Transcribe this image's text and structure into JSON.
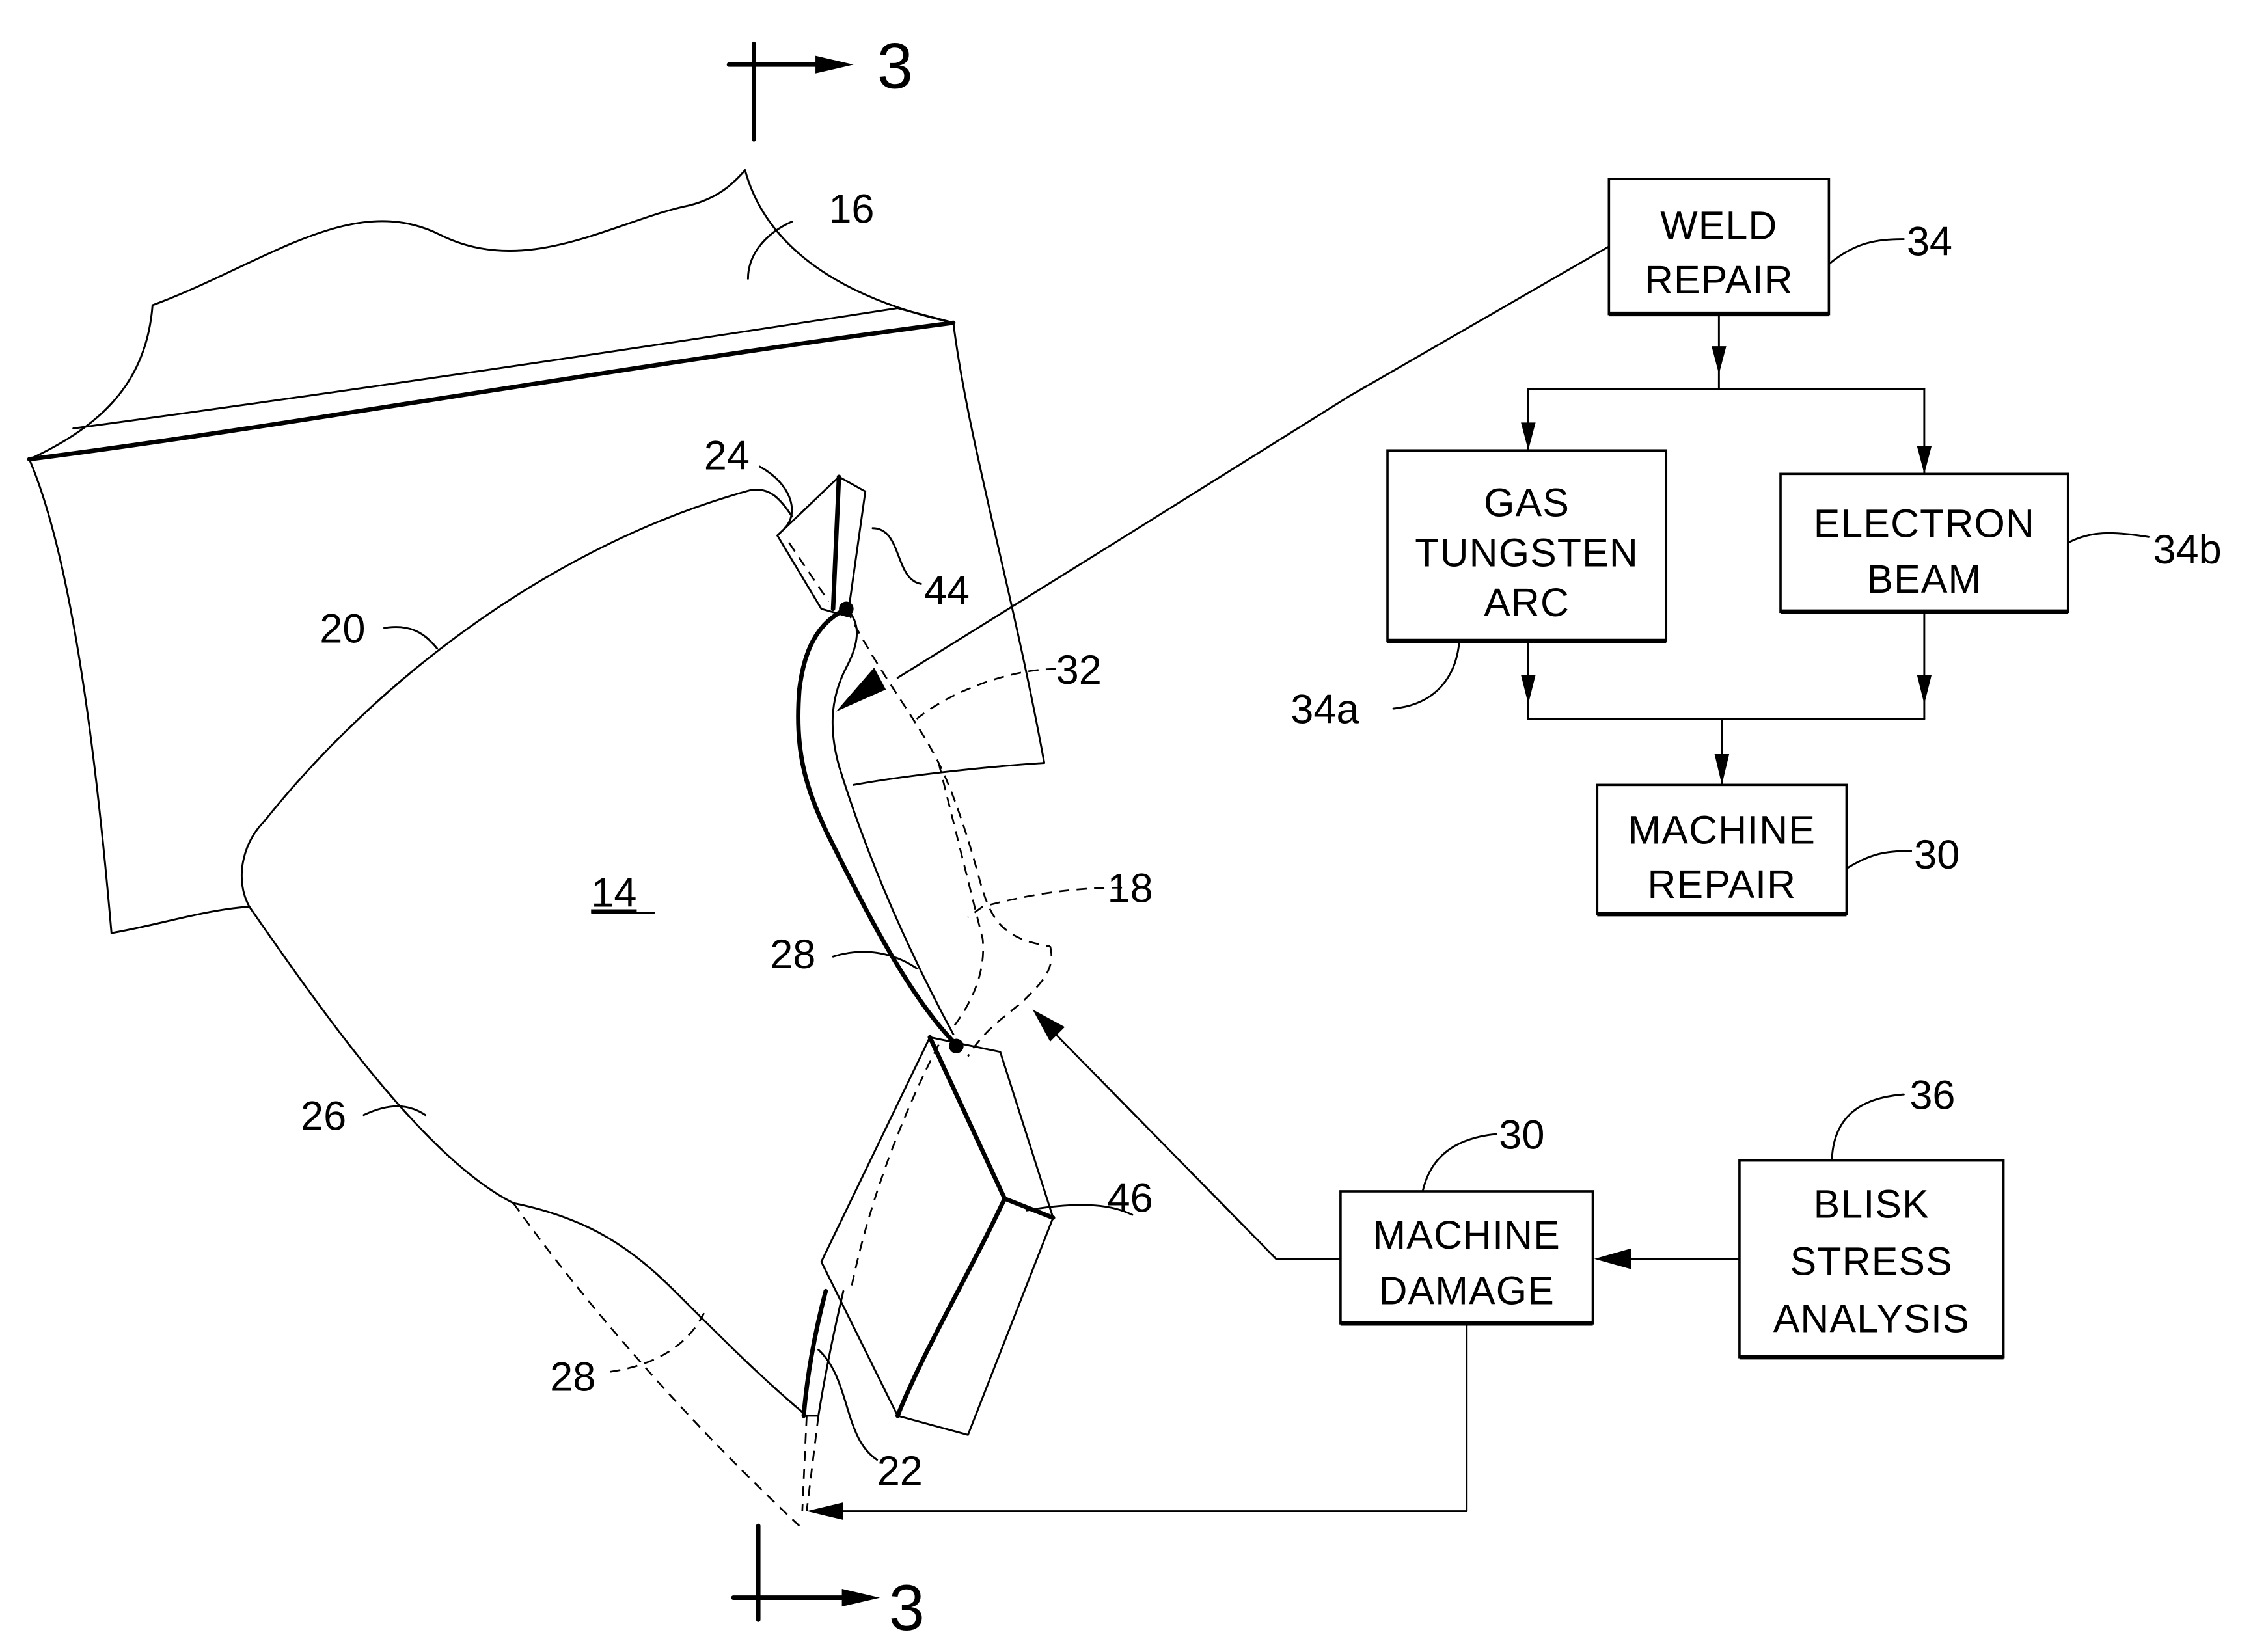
{
  "figure": {
    "section_marks": [
      {
        "id": "section-top",
        "label": "3"
      },
      {
        "id": "section-bottom",
        "label": "3"
      }
    ],
    "reference_numerals": {
      "disk": "16",
      "blade": "14",
      "leading_edge": "20",
      "tip": "24",
      "trailing_edge": "22",
      "root_side": "26",
      "damage_upper": "28",
      "damage_lower": "28",
      "damage_region": "18",
      "notch": "32",
      "insert_upper": "44",
      "insert_lower": "46"
    },
    "flow_boxes": {
      "weld_repair": {
        "lines": [
          "WELD",
          "REPAIR"
        ],
        "ref": "34"
      },
      "gas_tungsten_arc": {
        "lines": [
          "GAS",
          "TUNGSTEN",
          "ARC"
        ],
        "ref": "34a"
      },
      "electron_beam": {
        "lines": [
          "ELECTRON",
          "BEAM"
        ],
        "ref": "34b"
      },
      "machine_repair": {
        "lines": [
          "MACHINE",
          "REPAIR"
        ],
        "ref": "30"
      },
      "machine_damage": {
        "lines": [
          "MACHINE",
          "DAMAGE"
        ],
        "ref": "30"
      },
      "blisk_stress_analysis": {
        "lines": [
          "BLISK",
          "STRESS",
          "ANALYSIS"
        ],
        "ref": "36"
      }
    }
  }
}
